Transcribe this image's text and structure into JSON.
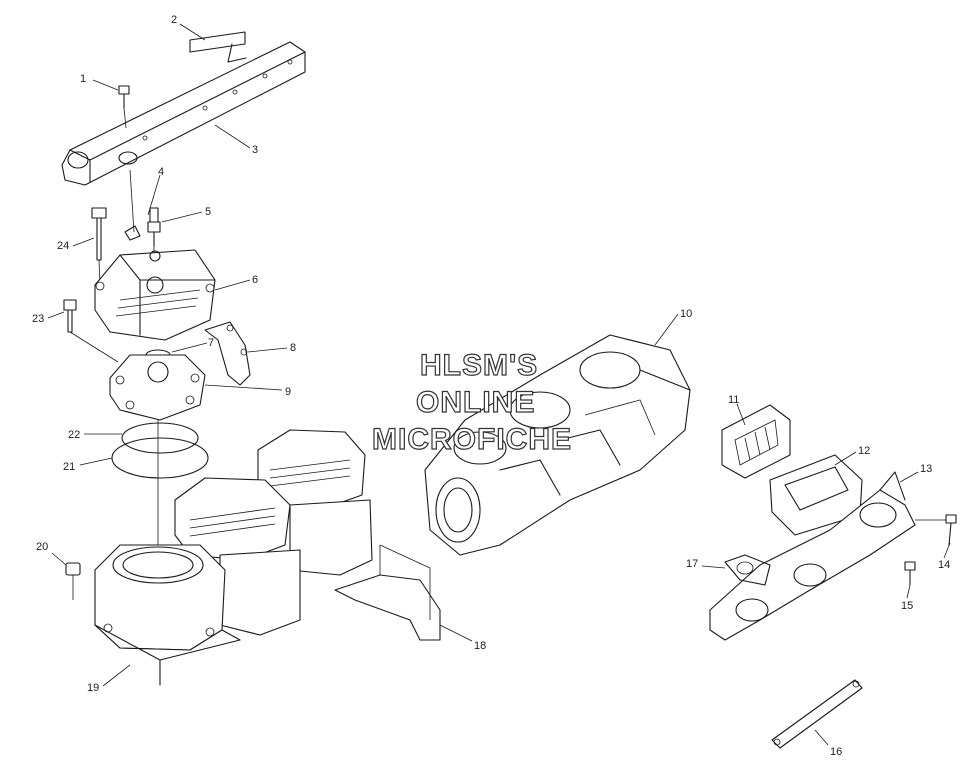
{
  "watermark": {
    "line1": "HLSM'S",
    "line2": "ONLINE",
    "line3": "MICROFICHE"
  },
  "callouts": [
    {
      "id": "1",
      "label": "1"
    },
    {
      "id": "2",
      "label": "2"
    },
    {
      "id": "3",
      "label": "3"
    },
    {
      "id": "4",
      "label": "4"
    },
    {
      "id": "5",
      "label": "5"
    },
    {
      "id": "6",
      "label": "6"
    },
    {
      "id": "7",
      "label": "7"
    },
    {
      "id": "8",
      "label": "8"
    },
    {
      "id": "9",
      "label": "9"
    },
    {
      "id": "10",
      "label": "10"
    },
    {
      "id": "11",
      "label": "11"
    },
    {
      "id": "12",
      "label": "12"
    },
    {
      "id": "13",
      "label": "13"
    },
    {
      "id": "14",
      "label": "14"
    },
    {
      "id": "15",
      "label": "15"
    },
    {
      "id": "16",
      "label": "16"
    },
    {
      "id": "17",
      "label": "17"
    },
    {
      "id": "18",
      "label": "18"
    },
    {
      "id": "19",
      "label": "19"
    },
    {
      "id": "20",
      "label": "20"
    },
    {
      "id": "21",
      "label": "21"
    },
    {
      "id": "22",
      "label": "22"
    },
    {
      "id": "23",
      "label": "23"
    },
    {
      "id": "24",
      "label": "24"
    }
  ]
}
